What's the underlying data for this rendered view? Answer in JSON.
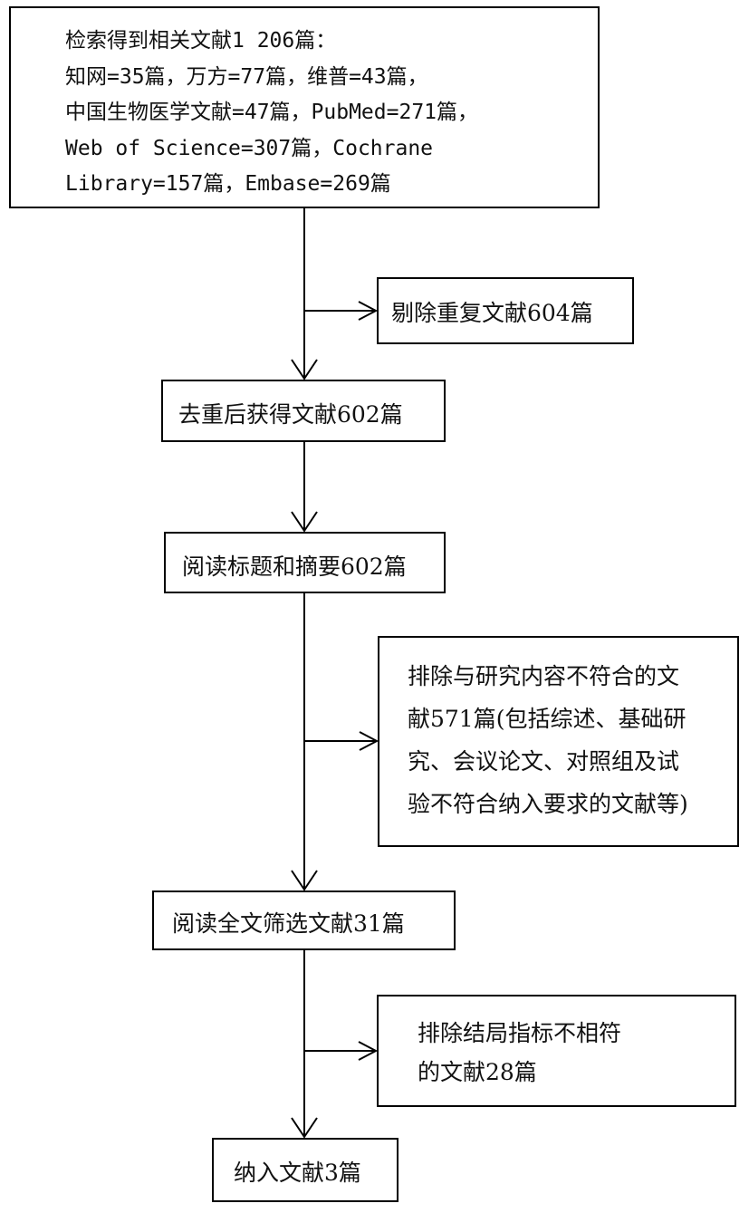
{
  "boxes": {
    "search": {
      "lines": [
        "检索得到相关文献1 206篇：",
        "知网=35篇，万方=77篇，维普=43篇，",
        "中国生物医学文献=47篇，PubMed=271篇，",
        "Web of Science=307篇，Cochrane",
        "Library=157篇，Embase=269篇"
      ]
    },
    "remove_dup": {
      "text": "剔除重复文献604篇"
    },
    "after_dedup": {
      "text": "去重后获得文献602篇"
    },
    "read_title": {
      "text": "阅读标题和摘要602篇"
    },
    "exclude_content": {
      "lines": [
        "排除与研究内容不符合的文",
        "献571篇(包括综述、基础研",
        "究、会议论文、对照组及试",
        "验不符合纳入要求的文献等)"
      ]
    },
    "read_full": {
      "text": "阅读全文筛选文献31篇"
    },
    "exclude_outcome": {
      "lines": [
        "排除结局指标不相符",
        "的文献28篇"
      ]
    },
    "included": {
      "text": "纳入文献3篇"
    }
  }
}
